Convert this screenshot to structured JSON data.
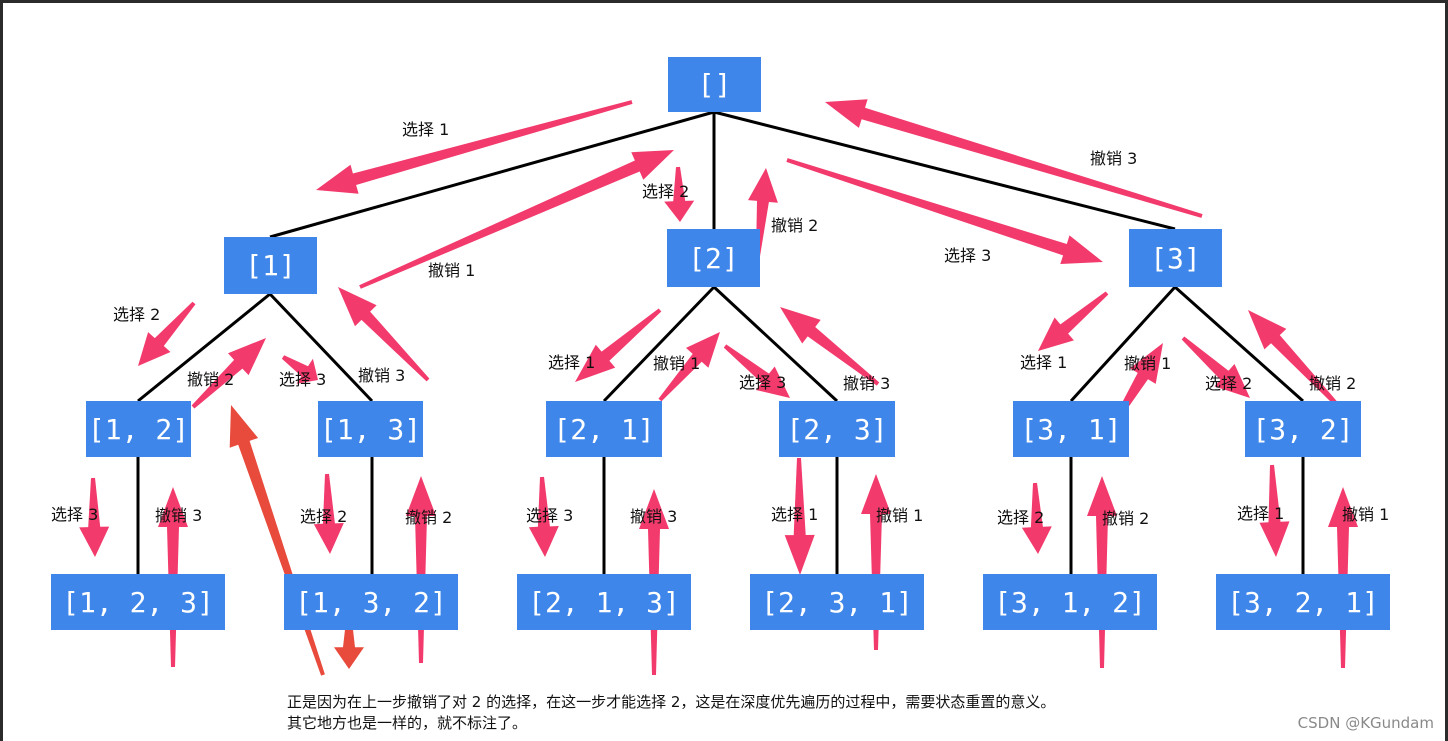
{
  "nodes": [
    {
      "id": "root",
      "label": "[]"
    },
    {
      "id": "n1",
      "label": "[1]"
    },
    {
      "id": "n2",
      "label": "[2]"
    },
    {
      "id": "n3",
      "label": "[3]"
    },
    {
      "id": "n12",
      "label": "[1, 2]"
    },
    {
      "id": "n13",
      "label": "[1, 3]"
    },
    {
      "id": "n21",
      "label": "[2, 1]"
    },
    {
      "id": "n23",
      "label": "[2, 3]"
    },
    {
      "id": "n31",
      "label": "[3, 1]"
    },
    {
      "id": "n32",
      "label": "[3, 2]"
    },
    {
      "id": "n123",
      "label": "[1, 2, 3]"
    },
    {
      "id": "n132",
      "label": "[1, 3, 2]"
    },
    {
      "id": "n213",
      "label": "[2, 1, 3]"
    },
    {
      "id": "n231",
      "label": "[2, 3, 1]"
    },
    {
      "id": "n312",
      "label": "[3, 1, 2]"
    },
    {
      "id": "n321",
      "label": "[3, 2, 1]"
    }
  ],
  "edge_labels": [
    {
      "id": "sel-root-1",
      "text": "选择 1"
    },
    {
      "id": "sel-root-2",
      "text": "选择 2"
    },
    {
      "id": "sel-root-3",
      "text": "选择 3"
    },
    {
      "id": "undo-root-1",
      "text": "撤销 1"
    },
    {
      "id": "undo-root-2",
      "text": "撤销 2"
    },
    {
      "id": "undo-root-3",
      "text": "撤销 3"
    },
    {
      "id": "sel-1-2",
      "text": "选择 2"
    },
    {
      "id": "undo-1-2",
      "text": "撤销 2"
    },
    {
      "id": "sel-1-3",
      "text": "选择 3"
    },
    {
      "id": "undo-1-3",
      "text": "撤销 3"
    },
    {
      "id": "sel-2-1",
      "text": "选择 1"
    },
    {
      "id": "undo-2-1",
      "text": "撤销 1"
    },
    {
      "id": "sel-2-3",
      "text": "选择 3"
    },
    {
      "id": "undo-2-3",
      "text": "撤销 3"
    },
    {
      "id": "sel-3-1",
      "text": "选择 1"
    },
    {
      "id": "undo-3-1",
      "text": "撤销 1"
    },
    {
      "id": "sel-3-2",
      "text": "选择 2"
    },
    {
      "id": "undo-3-2",
      "text": "撤销 2"
    },
    {
      "id": "sel-12-3",
      "text": "选择 3"
    },
    {
      "id": "undo-12-3",
      "text": "撤销 3"
    },
    {
      "id": "sel-13-2",
      "text": "选择 2"
    },
    {
      "id": "undo-13-2",
      "text": "撤销 2"
    },
    {
      "id": "sel-21-3",
      "text": "选择 3"
    },
    {
      "id": "undo-21-3",
      "text": "撤销 3"
    },
    {
      "id": "sel-23-1",
      "text": "选择 1"
    },
    {
      "id": "undo-23-1",
      "text": "撤销 1"
    },
    {
      "id": "sel-31-2",
      "text": "选择 2"
    },
    {
      "id": "undo-31-2",
      "text": "撤销 2"
    },
    {
      "id": "sel-32-1",
      "text": "选择 1"
    },
    {
      "id": "undo-32-1",
      "text": "撤销 1"
    }
  ],
  "note_lines": [
    "正是因为在上一步撤销了对 2 的选择，在这一步才能选择 2，这是在深度优先遍历的过程中，需要状态重置的意义。",
    "其它地方也是一样的，就不标注了。"
  ],
  "watermark": "CSDN @KGundam",
  "colors": {
    "node_fill": "#3f86ea",
    "node_text": "#ffffff",
    "edge": "#000000",
    "arrow": "#f23a6c",
    "callout_arrow": "#e84a3c"
  }
}
